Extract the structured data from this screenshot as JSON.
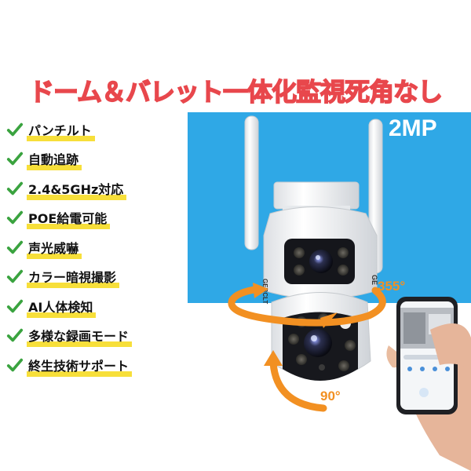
{
  "headline": "ドーム＆バレット一体化監視死角なし",
  "badge": "2MP",
  "features": [
    "パンチルト",
    "自動追跡",
    "2.4&5GHz対応",
    "POE給電可能",
    "声光威嚇",
    "カラー暗視撮影",
    "AI人体検知",
    "多様な録画モード",
    "終生技術サポート"
  ],
  "angles": {
    "pan": "355°",
    "tilt": "90°"
  },
  "brand_mark": "GEBCLT",
  "icons": {
    "feature_bullet": "check-icon"
  },
  "colors": {
    "headline": "#e8474c",
    "hero_background": "#2fa8e6",
    "check": "#3aa33f",
    "highlight": "#f7df3a",
    "arrow": "#f29022"
  }
}
